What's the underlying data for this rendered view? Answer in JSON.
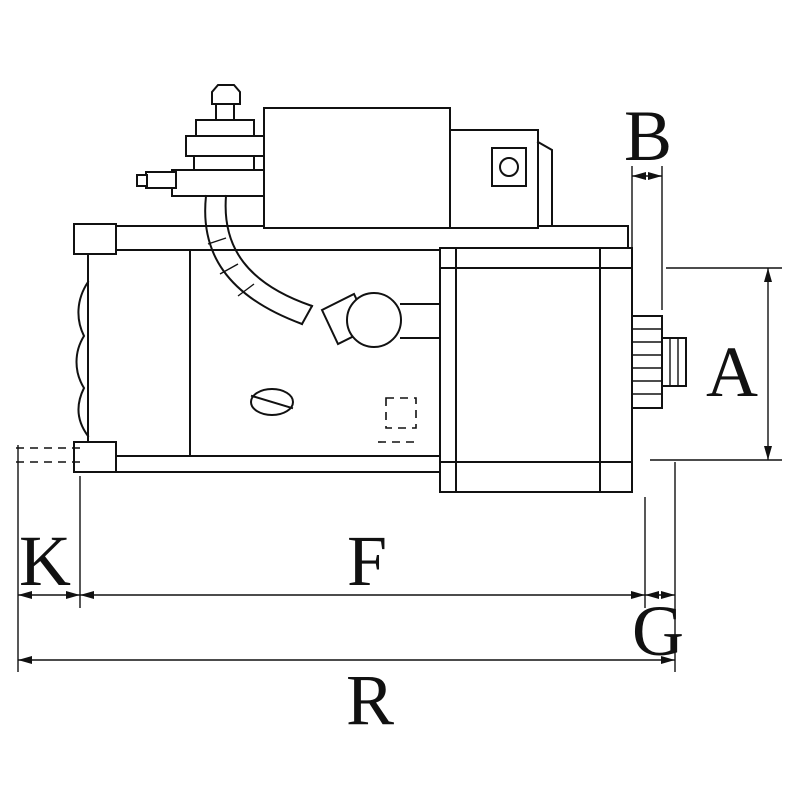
{
  "colors": {
    "line": "#111111",
    "background": "#ffffff"
  },
  "dimension_labels": {
    "b": "B",
    "a": "A",
    "k": "K",
    "f": "F",
    "g": "G",
    "r": "R"
  }
}
